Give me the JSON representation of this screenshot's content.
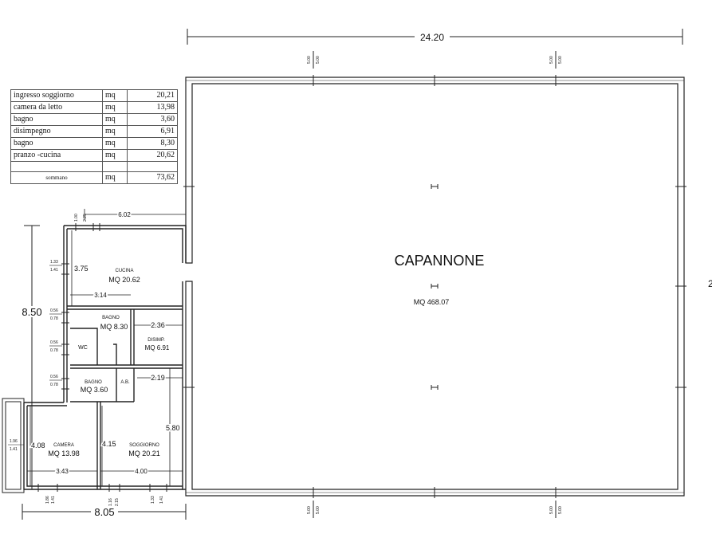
{
  "area_table": {
    "rows": [
      {
        "room": "ingresso soggiorno",
        "unit": "mq",
        "value": "20,21"
      },
      {
        "room": "camera da letto",
        "unit": "mq",
        "value": "13,98"
      },
      {
        "room": "bagno",
        "unit": "mq",
        "value": "3,60"
      },
      {
        "room": "disimpegno",
        "unit": "mq",
        "value": "6,91"
      },
      {
        "room": "bagno",
        "unit": "mq",
        "value": "8,30"
      },
      {
        "room": "pranzo -cucina",
        "unit": "mq",
        "value": "20,62"
      }
    ],
    "total": {
      "label": "sommano",
      "unit": "mq",
      "value": "73,62"
    }
  },
  "warehouse": {
    "name": "CAPANNONE",
    "area": "MQ 468.07"
  },
  "rooms": {
    "cucina": {
      "name": "CUCINA",
      "area": "MQ 20.62"
    },
    "bagno_big": {
      "name": "BAGNO",
      "area": "MQ 8.30"
    },
    "disimp": {
      "name": "DISIMP.",
      "area": "MQ 6.91"
    },
    "wc": {
      "name": "WC"
    },
    "bagno_small": {
      "name": "BAGNO",
      "area": "MQ 3.60"
    },
    "ab": {
      "name": "A.B."
    },
    "camera": {
      "name": "CAMERA",
      "area": "MQ 13.98"
    },
    "soggiorno": {
      "name": "SOGGIORNO",
      "area": "MQ 20.21"
    }
  },
  "dims": {
    "top_width": "24.20",
    "left_height": "8.50",
    "bottom_width": "8.05",
    "right_cut": "2",
    "house_top": "6.02",
    "cucina_h": "3.75",
    "cucina_w": "3.14",
    "disimp_w": "2.36",
    "ab_w": "2.19",
    "sogg_h": "5.80",
    "camera_h": "4.08",
    "sogg_h2": "4.15",
    "camera_w": "3.43",
    "sogg_w": "4.00",
    "tick_500": "5.00",
    "w133": "1.33",
    "w141": "1.41",
    "w056": "0.56",
    "w078": "0.78",
    "w196": "1.96",
    "w186": "1.86",
    "w116": "1.16",
    "w215": "2.15",
    "w100": "1.00",
    "w225": "2.25"
  }
}
